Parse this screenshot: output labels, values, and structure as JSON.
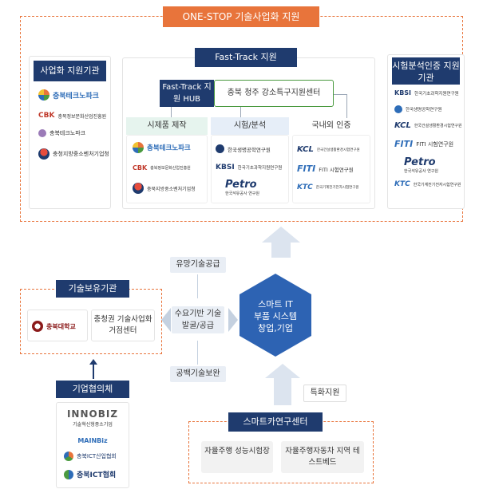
{
  "title": "ONE-STOP 기술사업화 지원",
  "left_panel": {
    "title": "사업화 지원기관",
    "logos": [
      "충북테크노파크",
      "충북정보문화산업진흥원",
      "충청지방중소벤처기업청"
    ],
    "cbk": "CBK"
  },
  "fast_track": {
    "title": "Fast-Track 지원",
    "hub_label": "Fast-Track 지원 HUB",
    "center_name": "충북 청주 강소특구지원센터",
    "columns": [
      {
        "title": "시제품 제작",
        "logos": [
          "충북테크노파크",
          "충북정보문화산업진흥원",
          "충북지방중소벤처기업청"
        ]
      },
      {
        "title": "시험/분석",
        "logos": [
          "한국생명공학연구원",
          "한국기초과학지원연구원",
          "Petro"
        ]
      },
      {
        "title": "국내외 인증",
        "logos": [
          "한국건설생활환경시험연구원",
          "FITI 시험연구원",
          "한국기계전기전자시험연구원"
        ]
      }
    ],
    "petro_sub": "한국석유공사 연구원",
    "abbr": [
      "KCL",
      "FITI",
      "KTC",
      "KBSI"
    ]
  },
  "right_panel": {
    "title": "시험분석인증 지원기관",
    "logos": [
      "한국기초과학지원연구원",
      "한국생명공학연구원",
      "한국건설생활환경시험연구원",
      "FITI 시험연구원",
      "Petro",
      "한국기계전기전자시험연구원"
    ]
  },
  "flows": {
    "tech_supply": "유망기술공급",
    "demand": "수요기반 기술발굴/공급",
    "complement": "공백기술보완",
    "special": "특화지원"
  },
  "hexagon": {
    "line1": "스마트 IT",
    "line2": "부품 시스템",
    "line3": "창업,기업"
  },
  "tech_holders": {
    "title": "기술보유기관",
    "univ": "충북대학교",
    "center": "충청권 기술사업화 거점센터"
  },
  "consortium": {
    "title": "기업협의체",
    "logos": [
      "INNOBIZ",
      "기술혁신형중소기업",
      "MAINBiz",
      "충북ICT산업협회",
      "충북ICT협회"
    ]
  },
  "smartcar": {
    "title": "스마트카연구센터",
    "item1": "자율주행 성능시험장",
    "item2": "자율주행자동차 지역 테스트베드"
  },
  "colors": {
    "navy": "#1f3b6e",
    "orange": "#e8743b",
    "accent_blue": "#2e6db8",
    "hex_blue": "#2d63b3"
  }
}
